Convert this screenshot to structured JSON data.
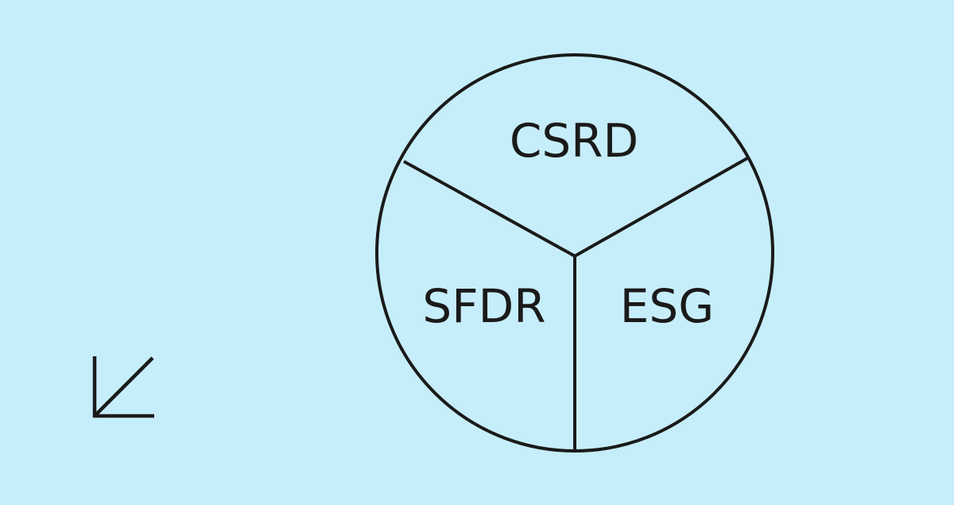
{
  "background_color": "#c6eefa",
  "stroke_color": "#1a1a1a",
  "diagram": {
    "type": "three-segment-circle",
    "segments": [
      {
        "label": "CSRD",
        "position": "top"
      },
      {
        "label": "SFDR",
        "position": "bottom-left"
      },
      {
        "label": "ESG",
        "position": "bottom-right"
      }
    ]
  },
  "icons": {
    "corner_arrow": "arrow-down-left-icon"
  }
}
